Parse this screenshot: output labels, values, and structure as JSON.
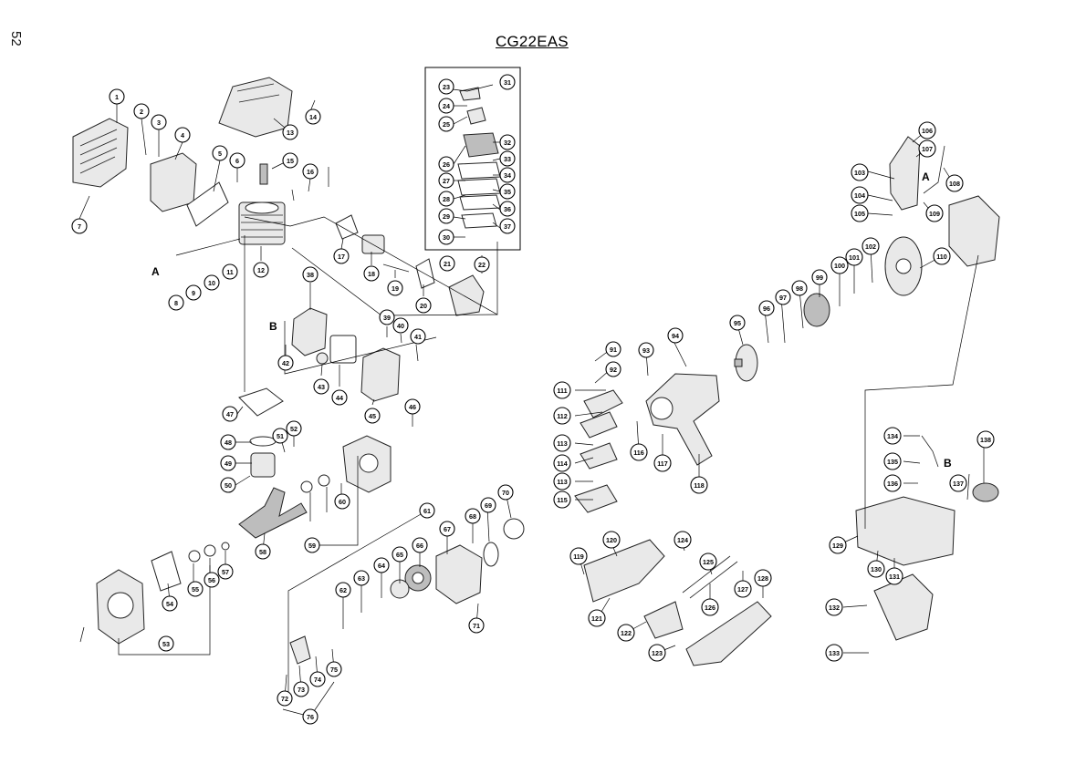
{
  "page": {
    "number": "52",
    "model": "CG22EAS"
  },
  "reference_letters": [
    {
      "id": "A",
      "label": "A"
    },
    {
      "id": "A2",
      "label": "A"
    },
    {
      "id": "B",
      "label": "B"
    },
    {
      "id": "B2",
      "label": "B"
    }
  ],
  "callouts": [
    "1",
    "2",
    "3",
    "4",
    "5",
    "6",
    "7",
    "8",
    "9",
    "10",
    "11",
    "12",
    "13",
    "14",
    "15",
    "16",
    "17",
    "18",
    "19",
    "20",
    "21",
    "22",
    "23",
    "24",
    "25",
    "26",
    "27",
    "28",
    "29",
    "30",
    "31",
    "32",
    "33",
    "34",
    "35",
    "36",
    "37",
    "38",
    "39",
    "40",
    "41",
    "42",
    "43",
    "44",
    "45",
    "46",
    "47",
    "48",
    "49",
    "50",
    "51",
    "52",
    "53",
    "54",
    "55",
    "56",
    "57",
    "58",
    "59",
    "60",
    "61",
    "62",
    "63",
    "64",
    "65",
    "66",
    "67",
    "68",
    "69",
    "70",
    "71",
    "72",
    "73",
    "74",
    "75",
    "76",
    "91",
    "92",
    "93",
    "94",
    "95",
    "96",
    "97",
    "98",
    "99",
    "100",
    "101",
    "102",
    "103",
    "104",
    "105",
    "106",
    "107",
    "108",
    "109",
    "110",
    "111",
    "112",
    "113",
    "114",
    "115",
    "116",
    "117",
    "118",
    "119",
    "120",
    "121",
    "122",
    "123",
    "124",
    "125",
    "126",
    "127",
    "128",
    "129",
    "130",
    "131",
    "132",
    "133",
    "134",
    "135",
    "136",
    "137",
    "138"
  ]
}
